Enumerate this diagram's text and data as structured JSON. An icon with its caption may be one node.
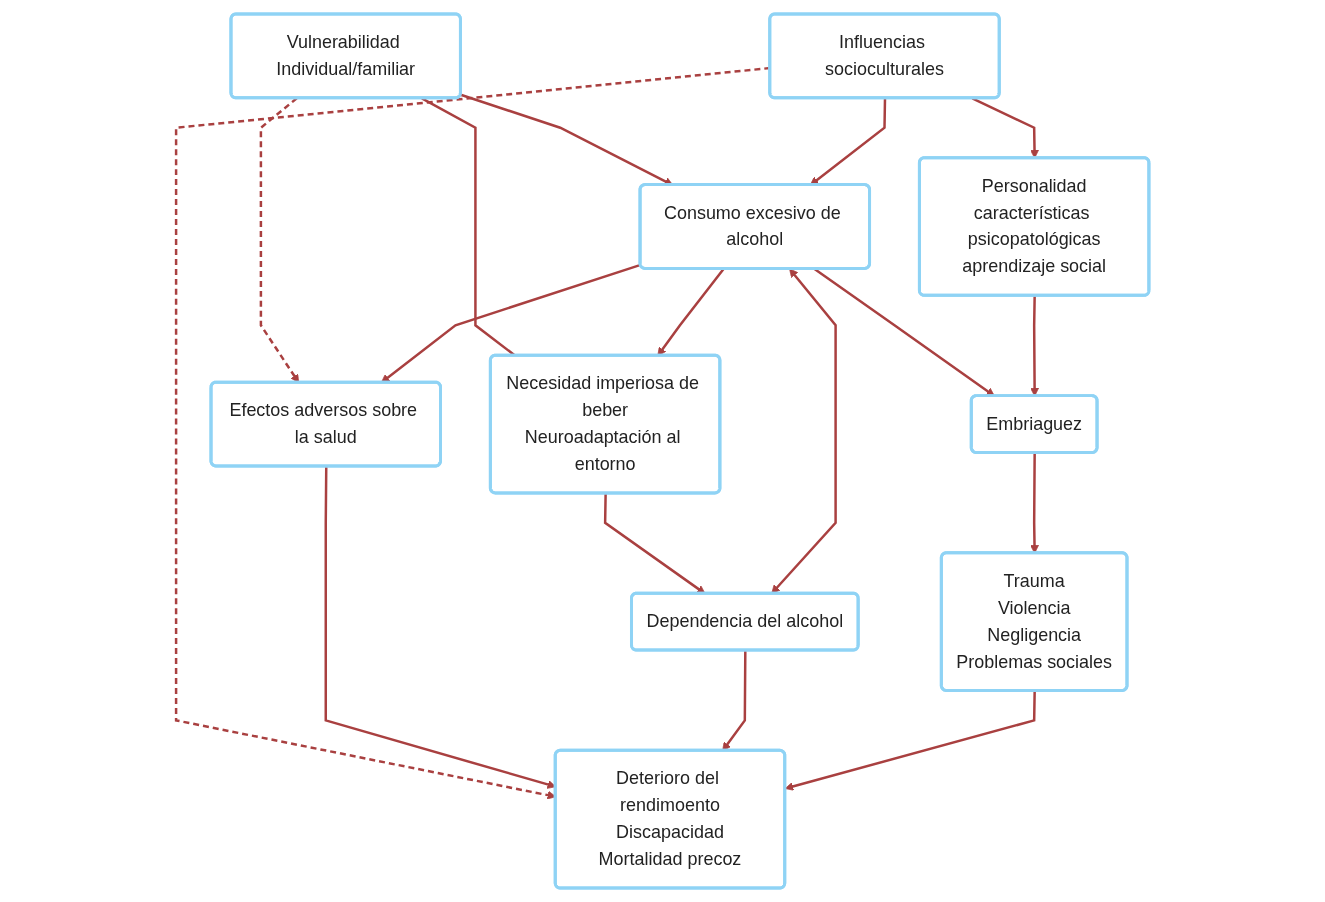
{
  "diagram": {
    "nodes": [
      {
        "text": [
          "Vulnerabilidad Individual/familiar"
        ]
      },
      {
        "text": [
          "Influencias socioculturales"
        ]
      },
      {
        "text": [
          "Consumo excesivo de alcohol"
        ]
      },
      {
        "text": [
          "Necesidad imperiosa de beber",
          "Neuroadaptación al entorno"
        ]
      },
      {
        "text": [
          "Personalidad",
          "características psicopatológicas",
          "aprendizaje social"
        ]
      },
      {
        "text": [
          "Efectos adversos sobre la salud"
        ]
      },
      {
        "text": [
          "Embriaguez"
        ]
      },
      {
        "text": [
          "Dependencia del alcohol"
        ]
      },
      {
        "text": [
          "Deterioro del rendimoento",
          "Discapacidad",
          "Mortalidad precoz"
        ]
      },
      {
        "text": [
          "Trauma",
          "Violencia",
          "Negligencia",
          "Problemas sociales"
        ]
      }
    ],
    "edges": [
      {
        "from": 0,
        "to": 2,
        "arrow": "to"
      },
      {
        "from": 1,
        "to": 2,
        "arrow": "to"
      },
      {
        "from": 0,
        "to": 3,
        "arrow": "none"
      },
      {
        "from": 0,
        "to": 5,
        "arrow": "to",
        "style": "dashed"
      },
      {
        "from": 1,
        "to": 8,
        "arrow": "to",
        "style": "dashed"
      },
      {
        "from": 1,
        "to": 4,
        "arrow": "to"
      },
      {
        "from": 2,
        "to": 3,
        "arrow": "to"
      },
      {
        "from": 7,
        "to": 2,
        "arrow": "both"
      },
      {
        "from": 2,
        "to": 5,
        "arrow": "to"
      },
      {
        "from": 2,
        "to": 6,
        "arrow": "to"
      },
      {
        "from": 4,
        "to": 6,
        "arrow": "to"
      },
      {
        "from": 3,
        "to": 7,
        "arrow": "to"
      },
      {
        "from": 5,
        "to": 8,
        "arrow": "to"
      },
      {
        "from": 6,
        "to": 9,
        "arrow": "to"
      },
      {
        "from": 7,
        "to": 8,
        "arrow": "to"
      },
      {
        "from": 9,
        "to": 8,
        "arrow": "to"
      }
    ]
  }
}
